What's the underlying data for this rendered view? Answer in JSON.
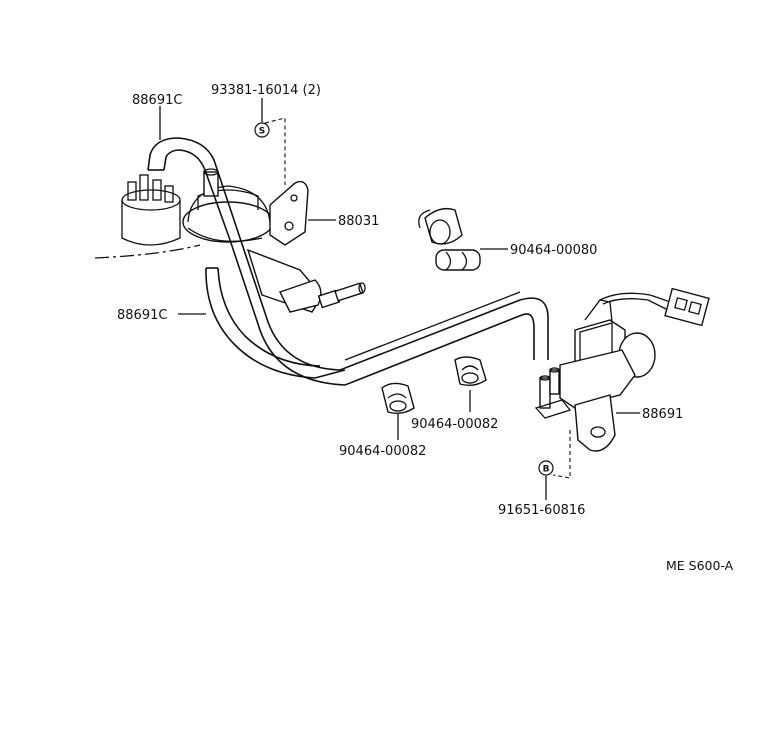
{
  "labels": {
    "hose_top": "88691C",
    "bolt_top": "93381-16014 (2)",
    "vsv_upper": "88031",
    "clamp_right": "90464-00080",
    "hose_left": "88691C",
    "valve_right": "88691",
    "clamp_mid": "90464-00082",
    "clamp_low": "90464-00082",
    "bolt_bottom": "91651-60816",
    "reference_code": "ME S600-A"
  },
  "symbols": {
    "top_marker": "S",
    "bottom_marker": "B"
  }
}
